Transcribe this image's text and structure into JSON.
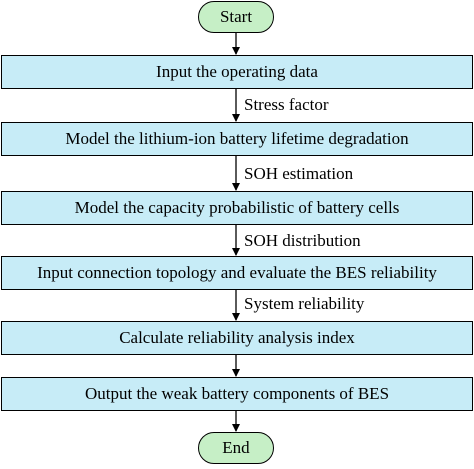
{
  "flowchart": {
    "start_label": "Start",
    "steps": [
      "Input the operating data",
      "Model the lithium-ion battery lifetime degradation",
      "Model the capacity probabilistic of battery cells",
      "Input connection topology and evaluate the BES reliability",
      "Calculate reliability analysis index",
      "Output the weak battery components of BES"
    ],
    "edge_labels": [
      "Stress factor",
      "SOH estimation",
      "SOH distribution",
      "System reliability"
    ],
    "end_label": "End"
  },
  "colors": {
    "terminal_fill": "#c6efc6",
    "step_fill": "#c7ecf7",
    "stroke": "#000000"
  }
}
